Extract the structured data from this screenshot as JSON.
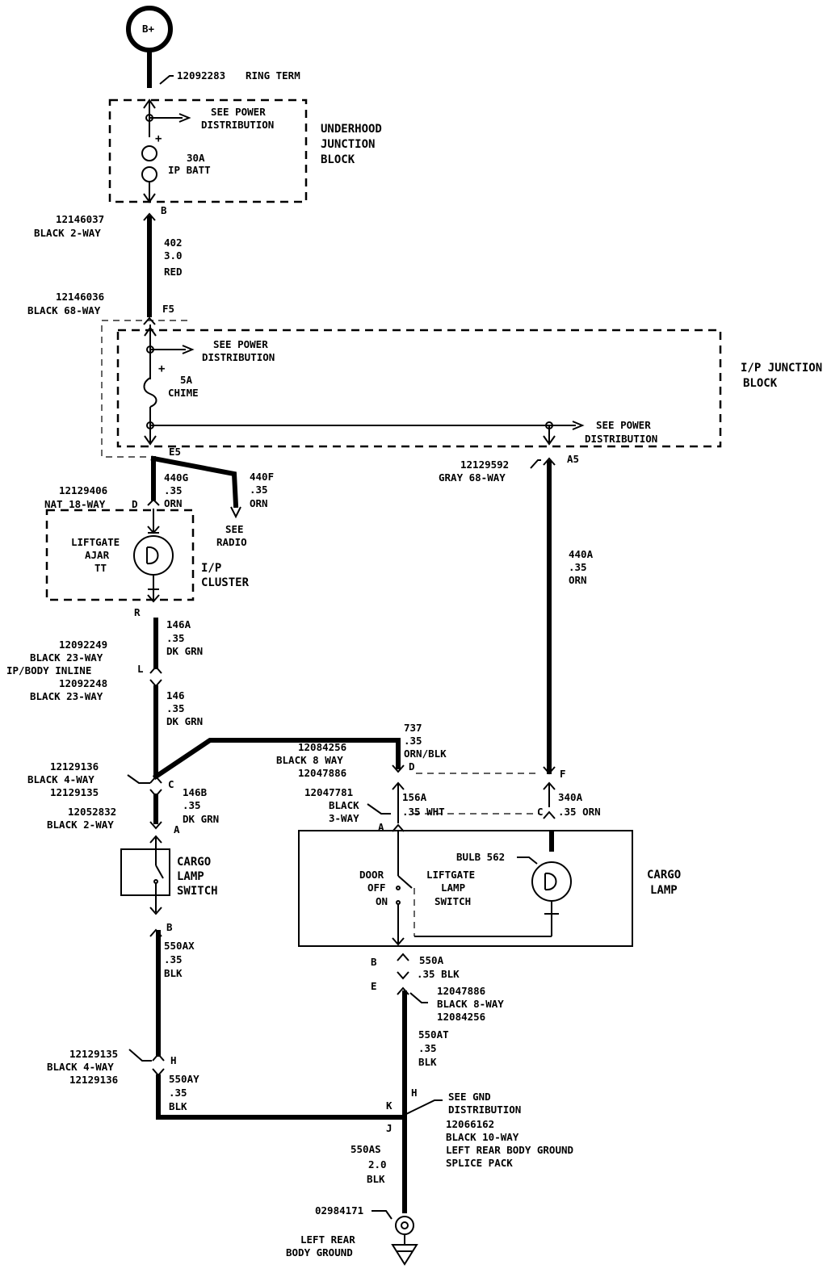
{
  "battery": {
    "label": "B+"
  },
  "ring_term": {
    "part": "12092283",
    "label": "RING TERM"
  },
  "underhood": {
    "name": [
      "UNDERHOOD",
      "JUNCTION",
      "BLOCK"
    ],
    "see": [
      "SEE POWER",
      "DISTRIBUTION"
    ],
    "fuse": [
      "30A",
      "IP BATT"
    ],
    "plus": "+",
    "pin": "B"
  },
  "conn_black2": {
    "part": "12146037",
    "desc": "BLACK 2-WAY"
  },
  "wire_402": [
    "402",
    "3.0",
    "RED"
  ],
  "conn_black68": {
    "part": "12146036",
    "desc": "BLACK 68-WAY",
    "pin": "F5"
  },
  "ip_junction": {
    "name": [
      "I/P JUNCTION",
      "BLOCK"
    ],
    "see_top": [
      "SEE POWER",
      "DISTRIBUTION"
    ],
    "fuse": [
      "5A",
      "CHIME"
    ],
    "plus": "+",
    "see_right": [
      "SEE POWER",
      "DISTRIBUTION"
    ],
    "pin_e5": "E5",
    "pin_a5": "A5"
  },
  "wire_440g": [
    "440G",
    ".35",
    "ORN"
  ],
  "wire_440f": [
    "440F",
    ".35",
    "ORN"
  ],
  "see_radio": [
    "SEE",
    "RADIO"
  ],
  "conn_nat18": {
    "part": "12129406",
    "desc": "NAT 18-WAY",
    "pin": "D"
  },
  "cluster": {
    "lamp": [
      "LIFTGATE",
      "AJAR",
      "TT"
    ],
    "name": [
      "I/P",
      "CLUSTER"
    ],
    "pin": "R"
  },
  "conn_gray68": {
    "part": "12129592",
    "desc": "GRAY 68-WAY"
  },
  "wire_440a": [
    "440A",
    ".35",
    "ORN"
  ],
  "wire_146a": [
    "146A",
    ".35",
    "DK GRN"
  ],
  "inline": {
    "lines": [
      "12092249",
      "BLACK 23-WAY",
      "IP/BODY INLINE",
      "12092248",
      "BLACK 23-WAY"
    ],
    "pin": "L"
  },
  "wire_146": [
    "146",
    ".35",
    "DK GRN"
  ],
  "wire_737": [
    "737",
    ".35",
    "ORN/BLK"
  ],
  "conn_8way_top": {
    "lines": [
      "12084256",
      "BLACK 8 WAY",
      "12047886"
    ],
    "pin_d": "D",
    "pin_f": "F"
  },
  "conn_4way_top": {
    "lines": [
      "12129136",
      "BLACK 4-WAY",
      "12129135"
    ],
    "pin": "C"
  },
  "wire_146b": [
    "146B",
    ".35",
    "DK GRN"
  ],
  "conn_black2b": {
    "part": "12052832",
    "desc": "BLACK 2-WAY",
    "pin": "A"
  },
  "conn_3way": {
    "lines": [
      "12047781",
      "BLACK",
      "3-WAY"
    ],
    "pin_a": "A",
    "pin_c": "C"
  },
  "wire_156a": [
    "156A",
    ".35 WHT"
  ],
  "wire_340a": [
    "340A",
    ".35 ORN"
  ],
  "cargo_switch": {
    "name": [
      "CARGO",
      "LAMP",
      "SWITCH"
    ],
    "pin": "B"
  },
  "cargo_lamp": {
    "name": [
      "CARGO",
      "LAMP"
    ],
    "bulb": "BULB 562",
    "door": [
      "DOOR",
      "OFF",
      "ON"
    ],
    "switch": [
      "LIFTGATE",
      "LAMP",
      "SWITCH"
    ],
    "pin_b": "B"
  },
  "wire_550ax": [
    "550AX",
    ".35",
    "BLK"
  ],
  "wire_550a": [
    "550A",
    ".35 BLK"
  ],
  "conn_8way_bot": {
    "lines": [
      "12047886",
      "BLACK 8-WAY",
      "12084256"
    ],
    "pin": "E"
  },
  "wire_550at": [
    "550AT",
    ".35",
    "BLK"
  ],
  "conn_4way_bot": {
    "lines": [
      "12129135",
      "BLACK 4-WAY",
      "12129136"
    ],
    "pin": "H"
  },
  "wire_550ay": [
    "550AY",
    ".35",
    "BLK"
  ],
  "splice": {
    "lines": [
      "SEE GND",
      "DISTRIBUTION",
      "12066162",
      "BLACK 10-WAY",
      "LEFT REAR BODY GROUND",
      "SPLICE PACK"
    ],
    "pin_h": "H",
    "pin_k": "K",
    "pin_j": "J"
  },
  "wire_550as": [
    "550AS",
    "2.0",
    "BLK"
  ],
  "ground": {
    "part": "02984171",
    "label": [
      "LEFT REAR",
      "BODY GROUND"
    ]
  }
}
